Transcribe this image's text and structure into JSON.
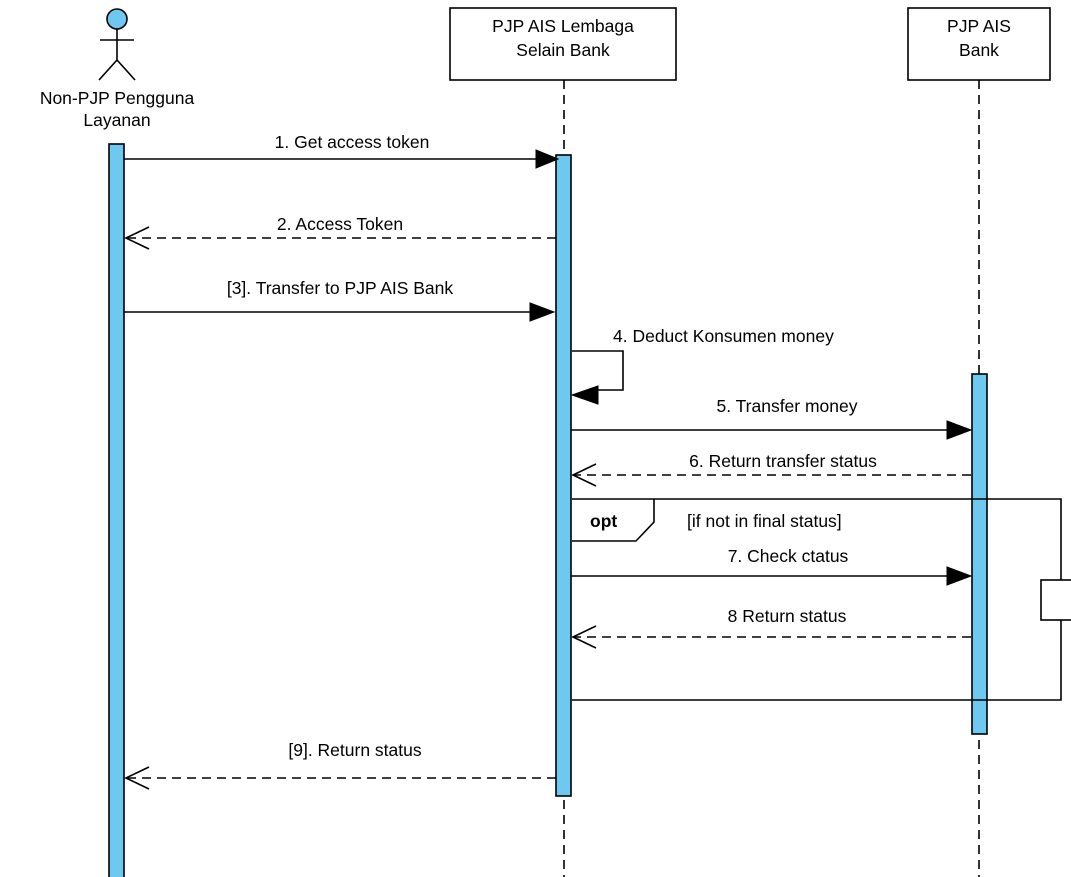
{
  "participants": {
    "actor": {
      "label_lines": [
        "Non-PJP Pengguna",
        "Layanan"
      ],
      "icon": "stick-figure-actor-icon"
    },
    "lembaga": {
      "label_lines": [
        "PJP AIS Lembaga",
        "Selain Bank"
      ]
    },
    "bank": {
      "label_lines": [
        "PJP AIS",
        "Bank"
      ]
    }
  },
  "messages": [
    {
      "label": "1. Get access token",
      "kind": "sync"
    },
    {
      "label": "2. Access Token",
      "kind": "return"
    },
    {
      "label": "[3]. Transfer to PJP AIS Bank",
      "kind": "sync"
    },
    {
      "label": "4. Deduct Konsumen money",
      "kind": "self"
    },
    {
      "label": "5. Transfer money",
      "kind": "sync"
    },
    {
      "label": "6. Return transfer status",
      "kind": "return"
    },
    {
      "label": "7. Check ctatus",
      "kind": "sync"
    },
    {
      "label": "8 Return status",
      "kind": "return"
    },
    {
      "label": "[9]. Return status",
      "kind": "return"
    }
  ],
  "fragment": {
    "operator": "opt",
    "guard": "[if not in final status]"
  },
  "colors": {
    "activation": "#6ec8ef",
    "actor_head": "#6ec8ef",
    "line": "#000000"
  }
}
